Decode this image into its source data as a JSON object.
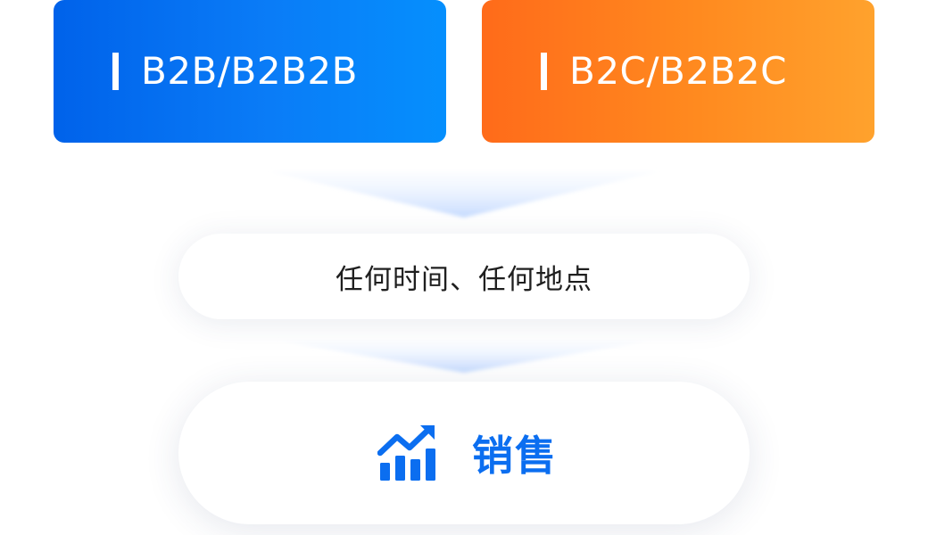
{
  "channels": [
    {
      "label": "B2B/B2B2B",
      "color_start": "#0062ea",
      "color_end": "#058ffd"
    },
    {
      "label": "B2C/B2B2C",
      "color_start": "#ff6b1a",
      "color_end": "#ffa22d"
    }
  ],
  "flow": {
    "anywhere_text": "任何时间、任何地点",
    "sales_label": "销售",
    "sales_icon": "growth-chart-icon",
    "accent_color": "#0b6ef0"
  }
}
